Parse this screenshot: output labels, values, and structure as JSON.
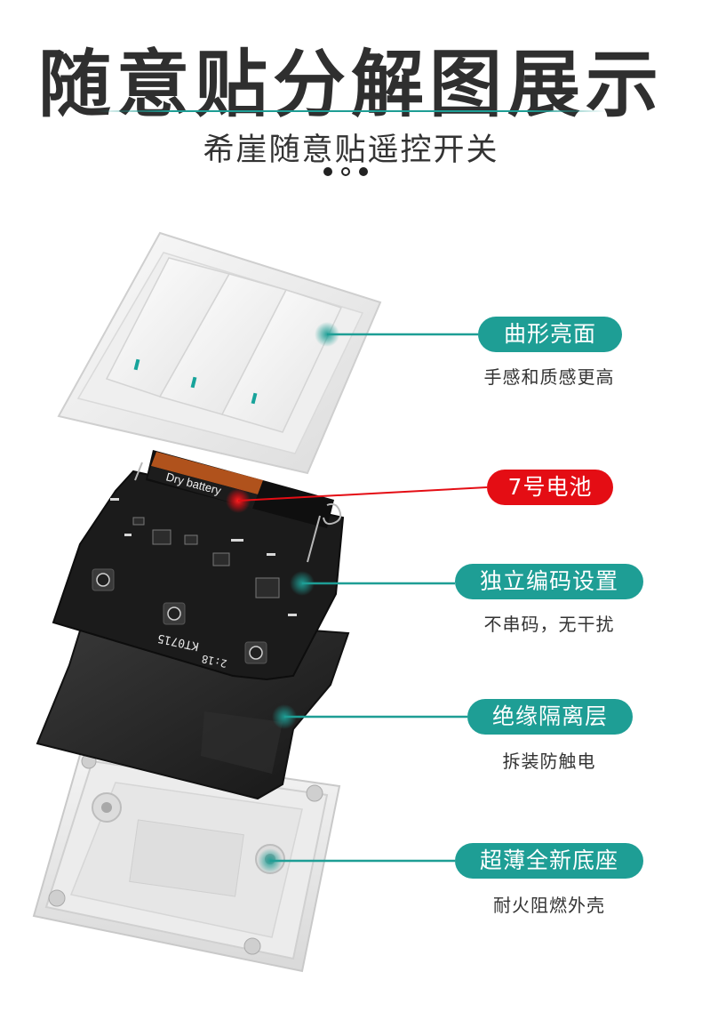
{
  "header": {
    "title": "随意贴分解图展示",
    "subtitle": "希崖随意贴遥控开关"
  },
  "pcb": {
    "model_text": "KT0715",
    "code_text": "2:18",
    "battery_text": "Dry battery"
  },
  "callouts": [
    {
      "label": "曲形亮面",
      "caption": "手感和质感更高",
      "style": "teal"
    },
    {
      "label": "7号电池",
      "caption": "",
      "style": "red"
    },
    {
      "label": "独立编码设置",
      "caption": "不串码，无干扰",
      "style": "teal"
    },
    {
      "label": "绝缘隔离层",
      "caption": "拆装防触电",
      "style": "teal"
    },
    {
      "label": "超薄全新底座",
      "caption": "耐火阻燃外壳",
      "style": "teal"
    }
  ],
  "colors": {
    "accent": "#1e9e95",
    "highlight": "#e40d14",
    "indicator": "#17a39a"
  }
}
